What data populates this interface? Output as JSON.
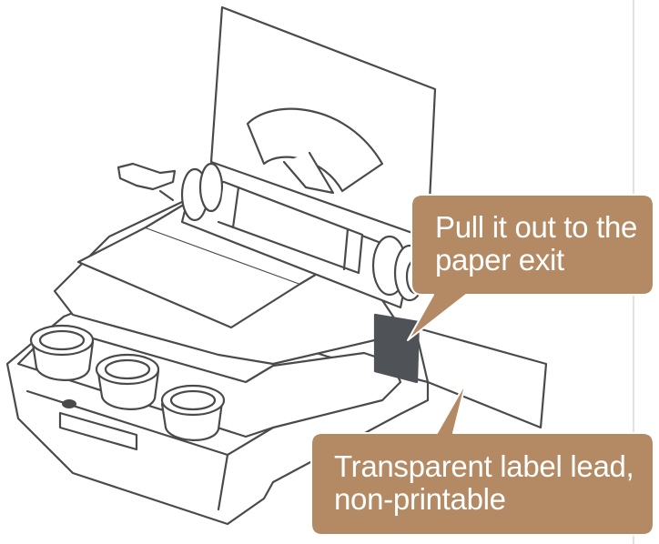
{
  "callouts": {
    "paper_exit": {
      "line1": "Pull it out to the",
      "line2": "paper exit"
    },
    "label_lead": {
      "line1": "Transparent label lead,",
      "line2": "non-printable"
    }
  },
  "colors": {
    "callout_fill": "#b38a63",
    "callout_text": "#ffffff",
    "line_art": "#4a4a4a",
    "paper_lead_dark": "#4f5257"
  }
}
